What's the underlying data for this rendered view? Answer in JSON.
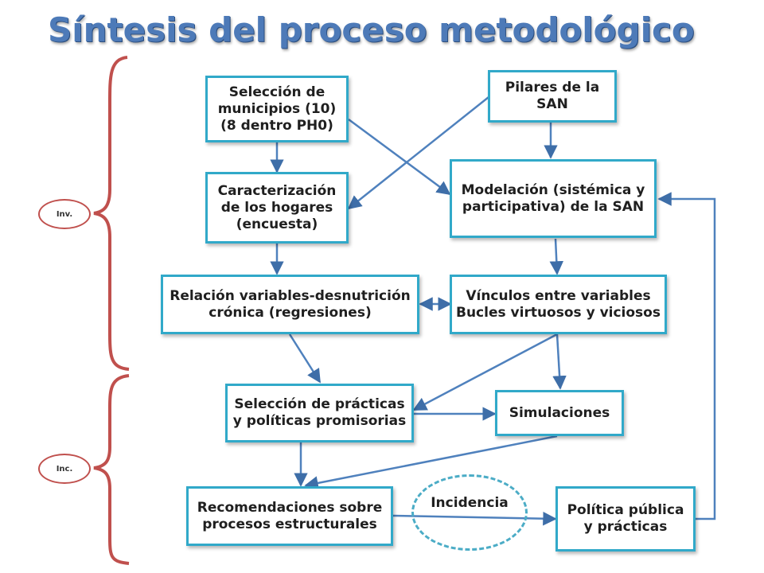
{
  "title": "Síntesis del proceso metodológico",
  "boxes": {
    "seleccion_municipios": "Selección de\nmunicipios (10)\n(8 dentro  PH0)",
    "pilares": "Pilares de la\nSAN",
    "caracterizacion": "Caracterización\nde los hogares\n(encuesta)",
    "modelacion": "Modelación (sistémica y\nparticipativa) de la SAN",
    "relacion": "Relación variables-desnutrición\ncrónica (regresiones)",
    "vinculos": "Vínculos entre variables\nBucles virtuosos y viciosos",
    "seleccion_practicas": "Selección de prácticas\ny políticas promisorias",
    "simulaciones": "Simulaciones",
    "recomendaciones": "Recomendaciones sobre\nprocesos estructurales",
    "politica": "Política pública\ny prácticas"
  },
  "incidencia": "Incidencia",
  "brackets": {
    "inv": "Inv.",
    "inc": "Inc."
  },
  "colors": {
    "title": "#4d7ab8",
    "box_border": "#31a9c9",
    "arrow": "#4f81bd",
    "bracket": "#c0504d",
    "ellipse": "#4bacc6"
  }
}
